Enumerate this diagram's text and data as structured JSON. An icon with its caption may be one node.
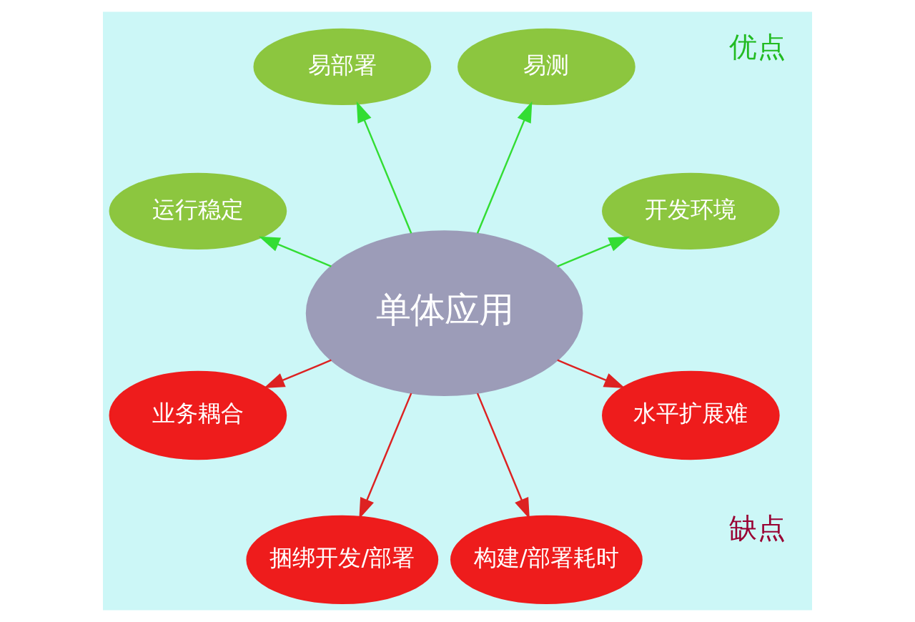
{
  "diagram": {
    "nodes": [
      {
        "text": [
          "单体应用"
        ]
      },
      {
        "text": [
          "开发环境"
        ]
      },
      {
        "text": [
          "易测"
        ]
      },
      {
        "text": [
          "易部署"
        ]
      },
      {
        "text": [
          "运行稳定"
        ]
      },
      {
        "text": [
          "业务耦合"
        ]
      },
      {
        "text": [
          "捆绑开发/部署"
        ]
      },
      {
        "text": [
          "构建/部署耗时"
        ]
      },
      {
        "text": [
          "水平扩展难"
        ]
      }
    ],
    "edges": [
      {
        "from": 0,
        "to": 1,
        "arrow": "to",
        "color": "#33dd33"
      },
      {
        "from": 0,
        "to": 2,
        "arrow": "to",
        "color": "#33dd33"
      },
      {
        "from": 0,
        "to": 3,
        "arrow": "to",
        "color": "#33dd33"
      },
      {
        "from": 0,
        "to": 4,
        "arrow": "to",
        "color": "#33dd33"
      },
      {
        "from": 0,
        "to": 5,
        "arrow": "to",
        "color": "#dd2222"
      },
      {
        "from": 0,
        "to": 6,
        "arrow": "to",
        "color": "#dd2222"
      },
      {
        "from": 0,
        "to": 7,
        "arrow": "to",
        "color": "#dd2222"
      },
      {
        "from": 0,
        "to": 8,
        "arrow": "to",
        "color": "#dd2222"
      }
    ],
    "labels": [
      "优点",
      "缺点"
    ]
  }
}
